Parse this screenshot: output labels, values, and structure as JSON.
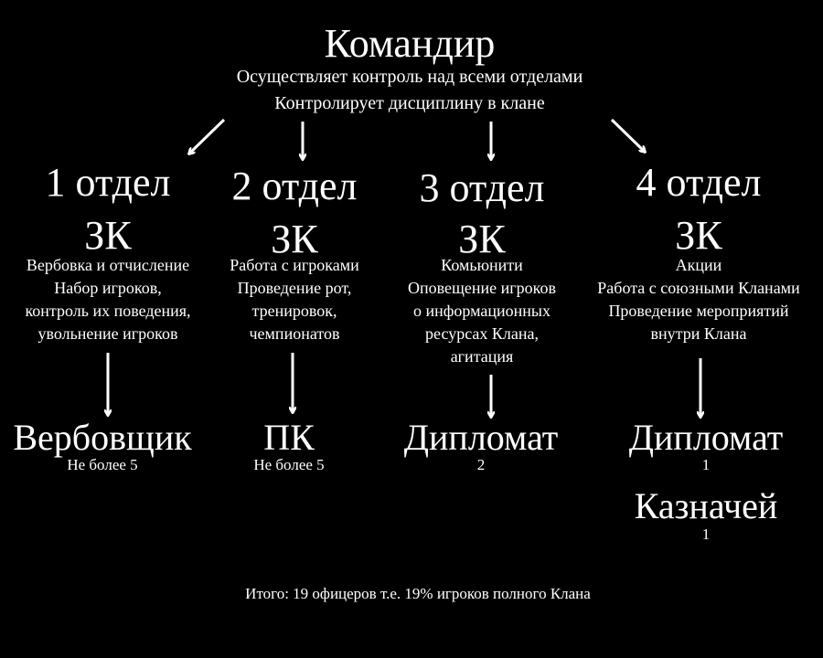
{
  "commander": {
    "title": "Командир",
    "lines": [
      "Осуществляет контроль над всеми отделами",
      "Контролирует дисциплину в клане"
    ]
  },
  "departments": [
    {
      "name": "1 отдел",
      "head": "ЗК",
      "duties": [
        "Вербовка и отчисление",
        "Набор игроков,",
        "контроль их поведения,",
        "увольнение игроков"
      ],
      "roles": [
        {
          "title": "Вербовщик",
          "count": "Не более 5"
        }
      ]
    },
    {
      "name": "2 отдел",
      "head": "ЗК",
      "duties": [
        "Работа с игроками",
        "Проведение рот,",
        "тренировок,",
        "чемпионатов"
      ],
      "roles": [
        {
          "title": "ПК",
          "count": "Не более 5"
        }
      ]
    },
    {
      "name": "3 отдел",
      "head": "ЗК",
      "duties": [
        "Комьюнити",
        "Оповещение игроков",
        "о информационных",
        "ресурсах Клана,",
        "агитация"
      ],
      "roles": [
        {
          "title": "Дипломат",
          "count": "2"
        }
      ]
    },
    {
      "name": "4 отдел",
      "head": "ЗК",
      "duties": [
        "Акции",
        "Работа с союзными Кланами",
        "Проведение мероприятий",
        "внутри Клана"
      ],
      "roles": [
        {
          "title": "Дипломат",
          "count": "1"
        },
        {
          "title": "Казначей",
          "count": "1"
        }
      ]
    }
  ],
  "footer": "Итого: 19 офицеров т.е. 19% игроков полного Клана"
}
